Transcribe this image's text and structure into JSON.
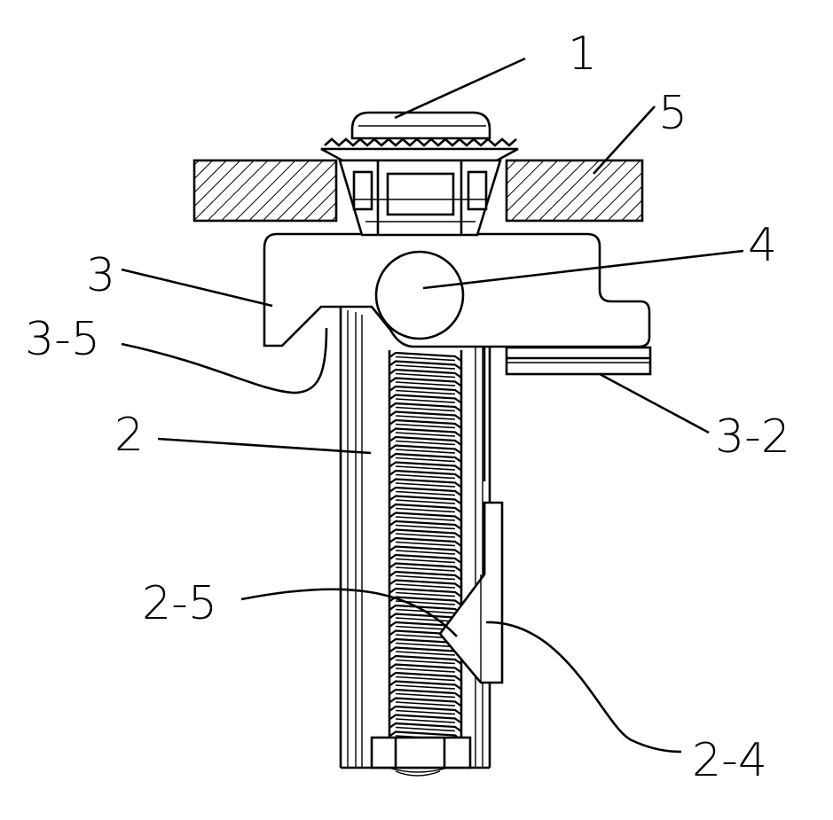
{
  "labels": {
    "part_1": "1",
    "part_5": "5",
    "part_4": "4",
    "part_3": "3",
    "part_3_5": "3-5",
    "part_3_2": "3-2",
    "part_2": "2",
    "part_2_5": "2-5",
    "part_2_4": "2-4"
  }
}
